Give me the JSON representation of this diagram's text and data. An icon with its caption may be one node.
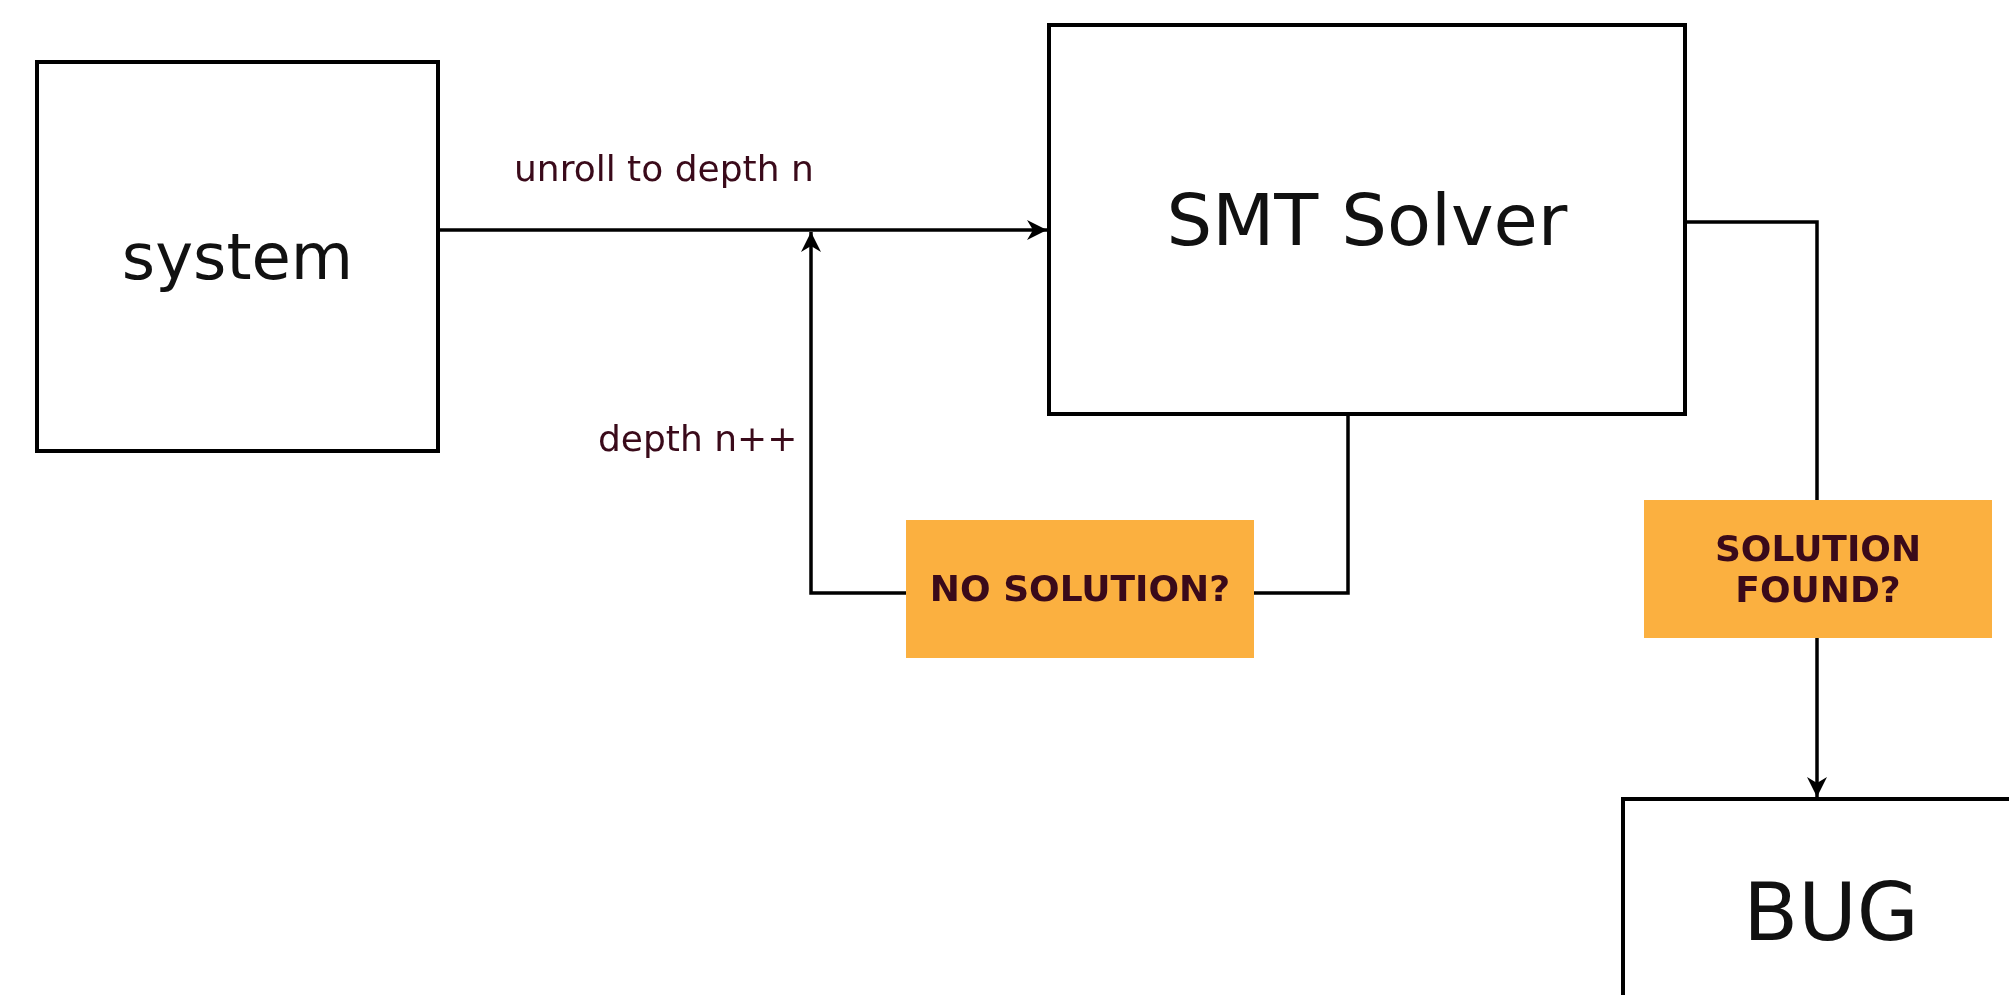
{
  "diagram": {
    "nodes": [
      {
        "text": [
          "system"
        ]
      },
      {
        "text": [
          "SMT Solver"
        ]
      },
      {
        "text": [
          "BUG"
        ]
      },
      {
        "text": [
          "NO SOLUTION?"
        ]
      },
      {
        "text": [
          "SOLUTION FOUND?"
        ]
      }
    ],
    "edges": [
      {
        "from": 0,
        "to": 1,
        "arrow": "to",
        "label": "unroll to depth n"
      },
      {
        "from": 1,
        "to": 3,
        "arrow": "none"
      },
      {
        "from": 3,
        "to": null,
        "arrow": "to",
        "label": "depth n++"
      },
      {
        "from": 1,
        "to": 4,
        "arrow": "none"
      },
      {
        "from": 4,
        "to": 2,
        "arrow": "to"
      }
    ]
  }
}
